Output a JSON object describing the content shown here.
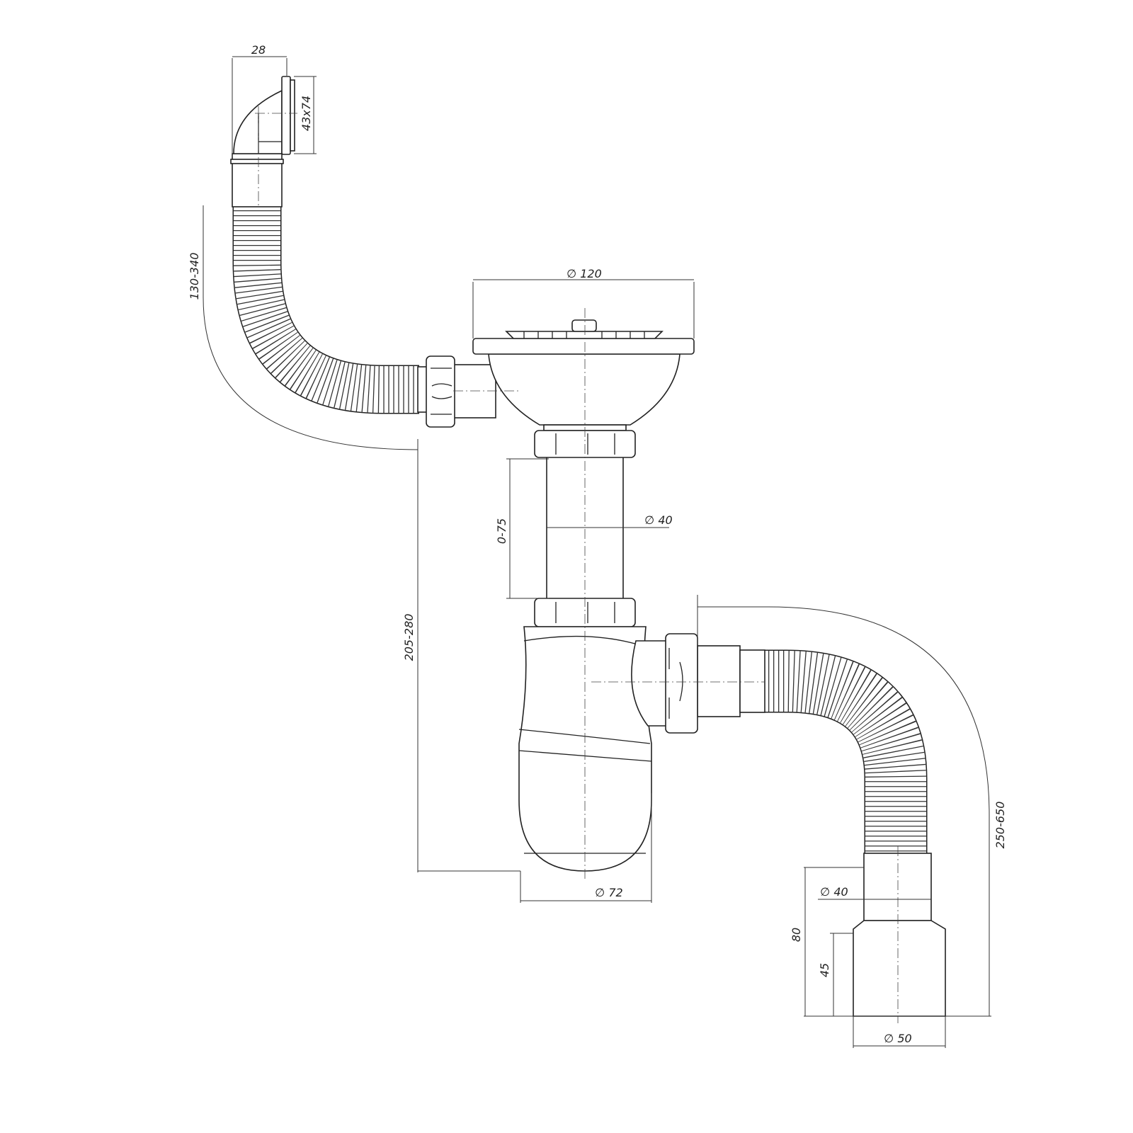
{
  "title": "Kitchen sink siphon with overflow — technical drawing",
  "colors": {
    "line": "#222222",
    "background": "#ffffff"
  },
  "dimensions": {
    "overflow_depth": "28",
    "overflow_size": "43x74",
    "overflow_hose_length": "130-340",
    "strainer_diameter": "∅ 120",
    "tube_diameter": "∅ 40",
    "tube_extension": "0-75",
    "siphon_height": "205-280",
    "bottle_diameter": "∅ 72",
    "drain_hose_length": "250-650",
    "outlet_inner_diameter": "∅ 40",
    "outlet_length": "80",
    "outlet_socket_length": "45",
    "outlet_outer_diameter": "∅ 50"
  }
}
